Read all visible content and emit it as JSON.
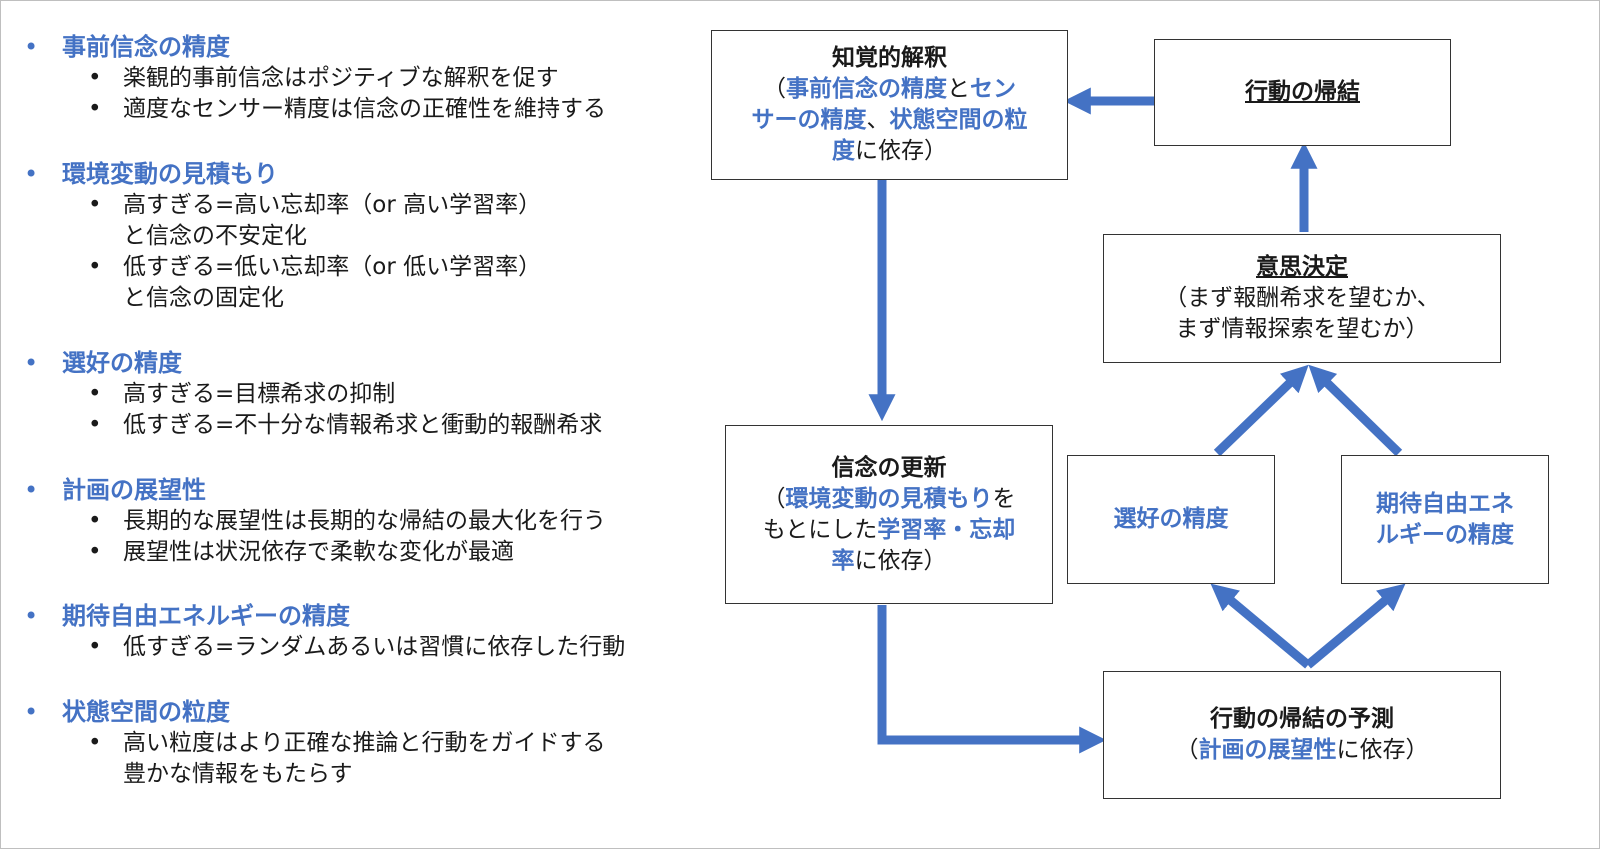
{
  "colors": {
    "accent": "#4472c4",
    "text": "#1a1a1a",
    "border": "#333333"
  },
  "bullet": "•",
  "topics": [
    {
      "title": "事前信念の精度",
      "items": [
        [
          "楽観的事前信念はポジティブな解釈を促す"
        ],
        [
          "適度なセンサー精度は信念の正確性を維持する"
        ]
      ]
    },
    {
      "title": "環境変動の見積もり",
      "items": [
        [
          "高すぎる=高い忘却率（or 高い学習率）",
          "と信念の不安定化"
        ],
        [
          "低すぎる=低い忘却率（or 低い学習率）",
          "と信念の固定化"
        ]
      ]
    },
    {
      "title": "選好の精度",
      "items": [
        [
          "高すぎる=目標希求の抑制"
        ],
        [
          "低すぎる=不十分な情報希求と衝動的報酬希求"
        ]
      ]
    },
    {
      "title": "計画の展望性",
      "items": [
        [
          "長期的な展望性は長期的な帰結の最大化を行う"
        ],
        [
          "展望性は状況依存で柔軟な変化が最適"
        ]
      ]
    },
    {
      "title": "期待自由エネルギーの精度",
      "items": [
        [
          "低すぎる=ランダムあるいは習慣に依存した行動"
        ]
      ]
    },
    {
      "title": "状態空間の粒度",
      "items": [
        [
          "高い粒度はより正確な推論と行動をガイドする",
          "豊かな情報をもたらす"
        ]
      ]
    }
  ],
  "diagram": {
    "perception": {
      "title": "知覚的解釈",
      "p1": "（",
      "h1": "事前信念の精度",
      "p2": "と",
      "h2a": "セン",
      "h2b": "サーの精度",
      "p3": "、",
      "h3a": "状態空間の粒",
      "h3b": "度",
      "p4": "に依存）"
    },
    "consequence": {
      "title": "行動の帰結"
    },
    "decision": {
      "title": "意思決定",
      "line1": "（まず報酬希求を望むか、",
      "line2": "まず情報探索を望むか）"
    },
    "preference": {
      "title": "選好の精度"
    },
    "efe": {
      "line1": "期待自由エネ",
      "line2": "ルギーの精度"
    },
    "belief_update": {
      "title": "信念の更新",
      "p1": "（",
      "h1": "環境変動の見積もり",
      "p2": "を",
      "p3": "もとにした",
      "h2": "学習率・忘却",
      "h3": "率",
      "p4": "に依存）"
    },
    "prediction": {
      "title": "行動の帰結の予測",
      "p1": "（",
      "h1": "計画の展望性",
      "p2": "に依存）"
    }
  }
}
